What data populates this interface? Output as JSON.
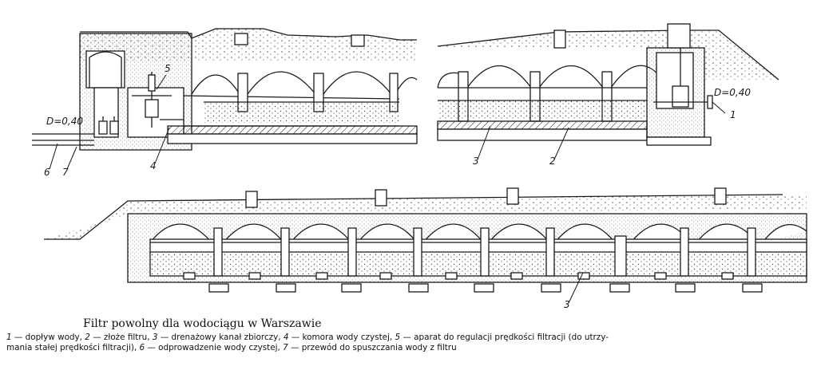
{
  "figure": {
    "title": "Filtr powolny dla wodociągu w Warszawie",
    "legend_items": [
      {
        "key": "1",
        "text": "dopływ wody,"
      },
      {
        "key": "2",
        "text": "złoże filtru,"
      },
      {
        "key": "3",
        "text": "drenażowy kanał zbiorczy,"
      },
      {
        "key": "4",
        "text": "komora wody czystej,"
      },
      {
        "key": "5",
        "text": "aparat do regulacji prędkości filtracji (do utrzy-"
      }
    ],
    "legend_line2": [
      {
        "key": "",
        "text": "mania stałej prędkości filtracji),"
      },
      {
        "key": "6",
        "text": "odprowadzenie wody czystej,"
      },
      {
        "key": "7",
        "text": "przewód do spuszczania  wody z filtru"
      }
    ]
  },
  "labels": {
    "d_left": "D=0,40",
    "d_right": "D=0,40",
    "n1": "1",
    "n2": "2",
    "n3a": "3",
    "n3b": "3",
    "n4": "4",
    "n5": "5",
    "n6": "6",
    "n7": "7"
  },
  "colors": {
    "ink": "#1a1a1a",
    "fill_light": "#f2f2f2",
    "dots": "#4a4a4a"
  }
}
